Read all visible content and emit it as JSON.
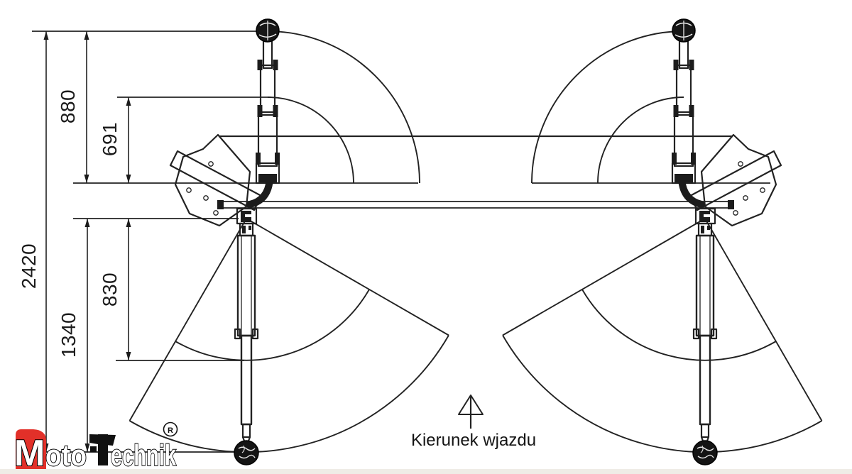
{
  "colors": {
    "line": "#222222",
    "text": "#1b1b1b",
    "logo_red": "#e23029",
    "background": "#ffffff"
  },
  "dimensions": {
    "v2420": "2420",
    "v880": "880",
    "v691": "691",
    "v1340": "1340",
    "v830": "830"
  },
  "annotation": {
    "direction_label": "Kierunek wjazdu"
  },
  "logo": {
    "m": "M",
    "oto": "oto",
    "echnik": "echnik",
    "registered": "R"
  }
}
